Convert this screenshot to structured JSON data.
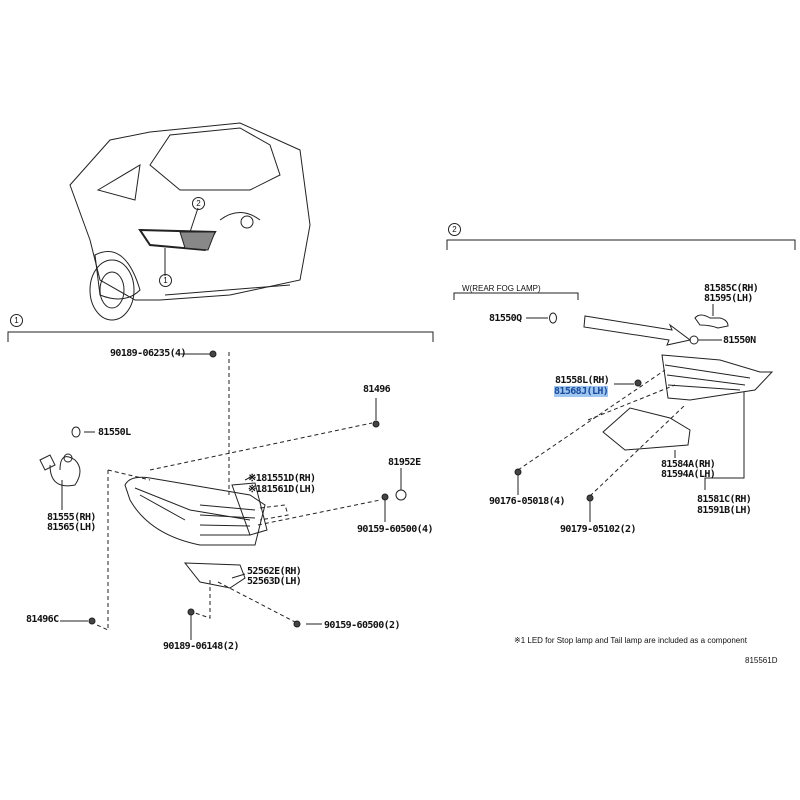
{
  "callouts": {
    "one": "1",
    "two": "2"
  },
  "section1": {
    "bolt_top": "90189-06235(4)",
    "clip_81496": "81496",
    "bulb": "81550L",
    "lamp_rh": "81551D(RH)",
    "lamp_lh": "81561D(LH)",
    "lamp_mark": "※1",
    "cap": "81952E",
    "socket_rh": "81555(RH)",
    "socket_lh": "81565(LH)",
    "screw4": "90159-60500(4)",
    "bracket_rh": "52562E(RH)",
    "bracket_lh": "52563D(LH)",
    "clip_c": "81496C",
    "screw2": "90159-60500(2)",
    "bolt_bottom": "90189-06148(2)"
  },
  "section2": {
    "fog_header": "W(REAR FOG LAMP)",
    "fog_bulb": "81550Q",
    "socket_rh": "81585C(RH)",
    "socket_lh": "81595(LH)",
    "bulb": "81550N",
    "gasket_rh": "81558L(RH)",
    "gasket_lh": "81568J(LH)",
    "cover_rh": "81584A(RH)",
    "cover_lh": "81594A(LH)",
    "nut4": "90176-05018(4)",
    "lamp_rh": "81581C(RH)",
    "lamp_lh": "81591B(LH)",
    "nut2": "90179-05102(2)"
  },
  "footnote": "※1 LED for Stop lamp and Tail lamp are included as a component",
  "diagram_code": "815561D",
  "highlight_color": "#9ec6f0"
}
